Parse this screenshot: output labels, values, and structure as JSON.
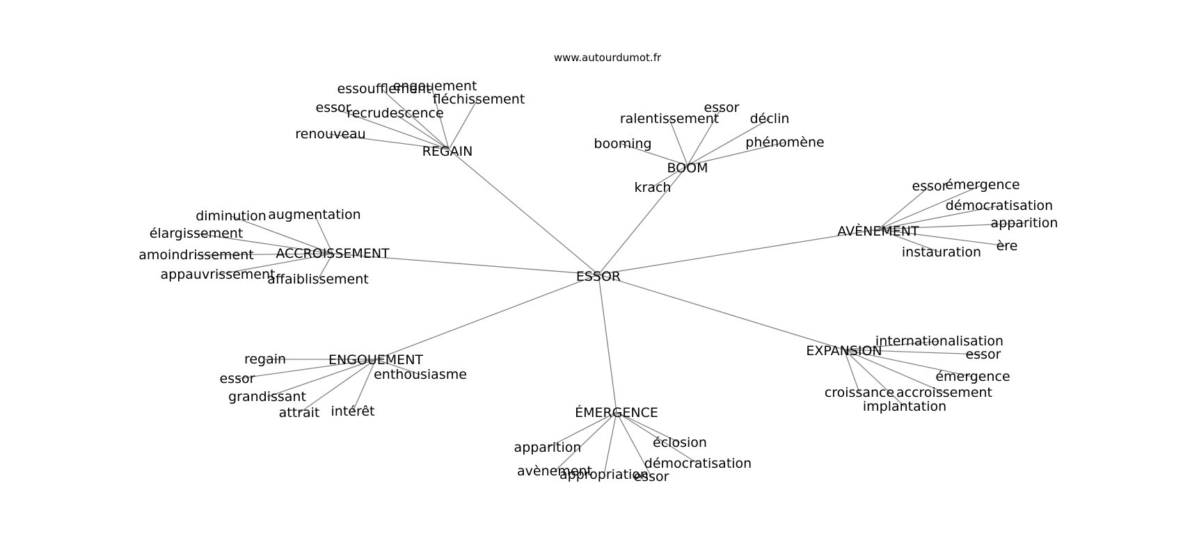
{
  "site": "www.autourdumot.fr",
  "center": "ESSOR",
  "groups": [
    {
      "label": "REGAIN",
      "words": [
        "essoufflement",
        "engouement",
        "fléchissement",
        "essor",
        "recrudescence",
        "renouveau"
      ]
    },
    {
      "label": "BOOM",
      "words": [
        "ralentissement",
        "essor",
        "déclin",
        "booming",
        "phénomène",
        "krach"
      ]
    },
    {
      "label": "AVÈNEMENT",
      "words": [
        "essor",
        "émergence",
        "démocratisation",
        "apparition",
        "ère",
        "instauration"
      ]
    },
    {
      "label": "ACCROISSEMENT",
      "words": [
        "diminution",
        "augmentation",
        "élargissement",
        "amoindrissement",
        "appauvrissement",
        "affaiblissement"
      ]
    },
    {
      "label": "ENGOUEMENT",
      "words": [
        "regain",
        "essor",
        "grandissant",
        "attrait",
        "intérêt",
        "enthousiasme"
      ]
    },
    {
      "label": "ÉMERGENCE",
      "words": [
        "apparition",
        "avènement",
        "appropriation",
        "essor",
        "démocratisation",
        "éclosion"
      ]
    },
    {
      "label": "EXPANSION",
      "words": [
        "internationalisation",
        "essor",
        "émergence",
        "croissance",
        "accroissement",
        "implantation"
      ]
    }
  ]
}
